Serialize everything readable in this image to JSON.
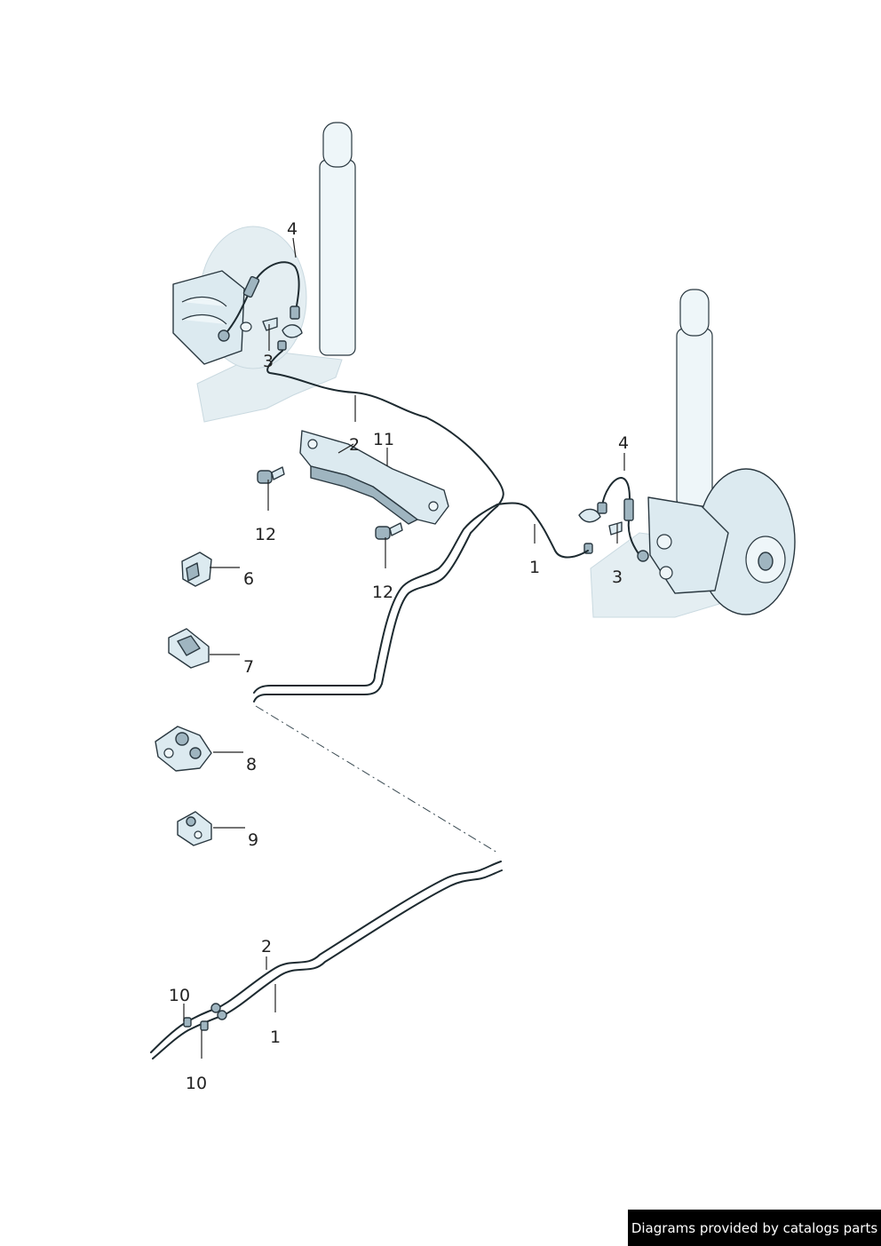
{
  "callouts": {
    "c4_left": "4",
    "c3_left": "3",
    "c2_top": "2",
    "c11": "11",
    "c12_a": "12",
    "c12_b": "12",
    "c6": "6",
    "c7": "7",
    "c8": "8",
    "c9": "9",
    "c4_right": "4",
    "c1_top": "1",
    "c3_right": "3",
    "c2_bottom": "2",
    "c10_a": "10",
    "c10_b": "10",
    "c1_bottom": "1"
  },
  "credit": "Diagrams provided by catalogs parts",
  "colors": {
    "part_fill": "#dceaf0",
    "outline": "#2a3840",
    "credit_bg": "#000000",
    "credit_text": "#ffffff"
  }
}
